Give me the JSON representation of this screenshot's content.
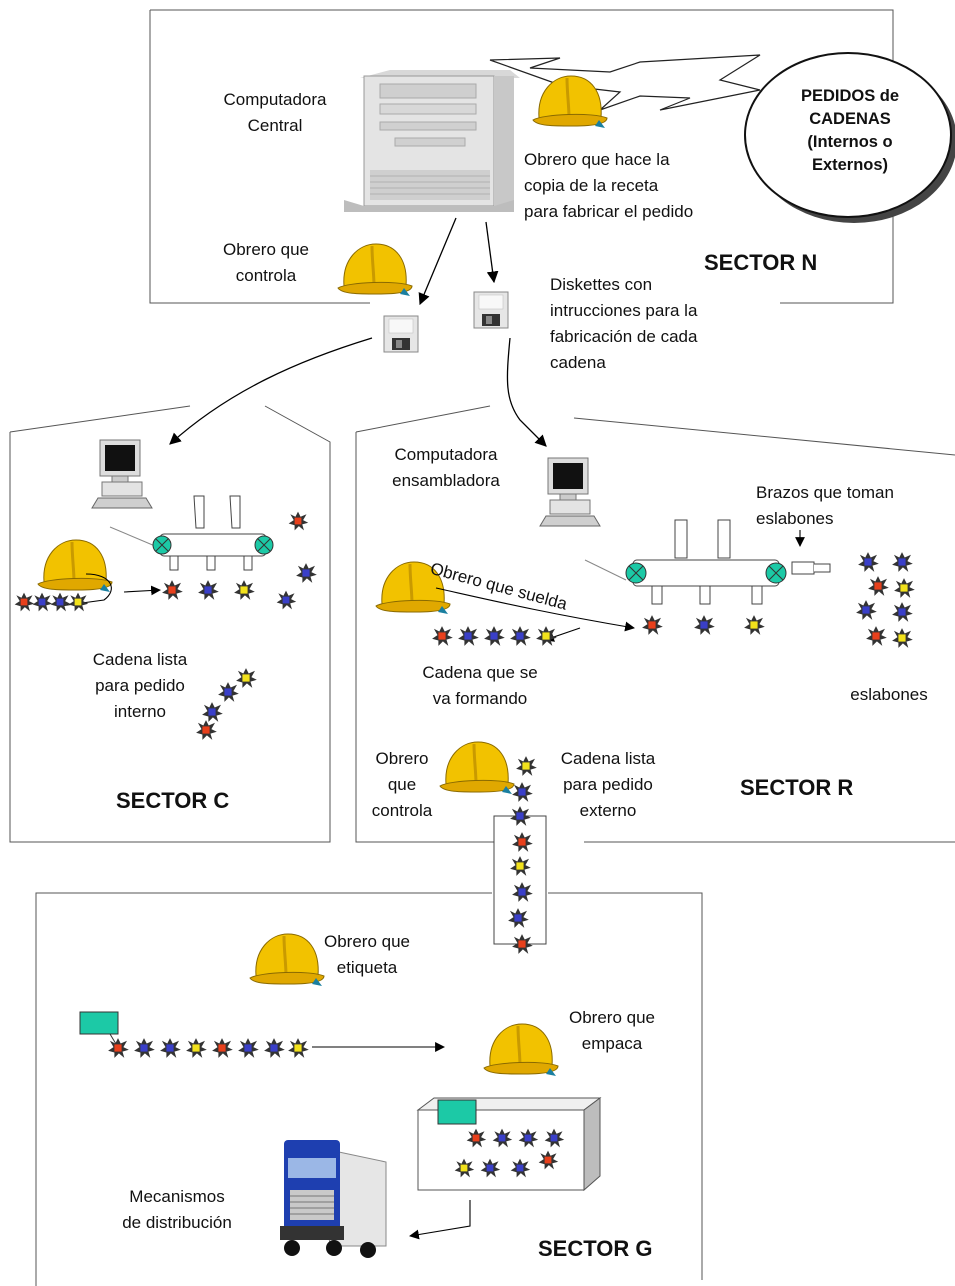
{
  "sectors": {
    "n": "SECTOR N",
    "c": "SECTOR C",
    "r": "SECTOR R",
    "g": "SECTOR G"
  },
  "labels": {
    "computadora_central": "Computadora\nCentral",
    "obrero_copia": "Obrero que hace la\ncopia de la receta\npara fabricar el pedido",
    "pedidos": "PEDIDOS de\nCADENAS\n(Internos o\nExternos)",
    "obrero_controla_n": "Obrero que\ncontrola",
    "diskettes": "Diskettes con\nintrucciones para la\nfabricación de cada\ncadena",
    "cadena_interno": "Cadena lista\npara pedido\ninterno",
    "computadora_ensambladora": "Computadora\nensambladora",
    "brazos": "Brazos que toman\neslabones",
    "obrero_suelda": "Obrero que suelda",
    "cadena_formando": "Cadena que se\nva formando",
    "eslabones": "eslabones",
    "obrero_controla_r": "Obrero\nque\ncontrola",
    "cadena_externo": "Cadena lista\npara pedido\nexterno",
    "obrero_etiqueta": "Obrero que\netiqueta",
    "obrero_empaca": "Obrero que\nempaca",
    "mecanismos": "Mecanismos\nde distribución"
  },
  "colors": {
    "helmet": "#F2C200",
    "link_red": "#E8401C",
    "link_blue": "#3A3FC8",
    "link_yellow": "#F2E21C",
    "teal": "#1CC9A6",
    "truck_blue": "#1E3FB0"
  },
  "icons": [
    "hard-hat-icon",
    "server-computer-icon",
    "desktop-computer-icon",
    "floppy-disk-icon",
    "conveyor-icon",
    "chain-link-icon",
    "box-icon",
    "truck-icon",
    "cloud-icon"
  ]
}
